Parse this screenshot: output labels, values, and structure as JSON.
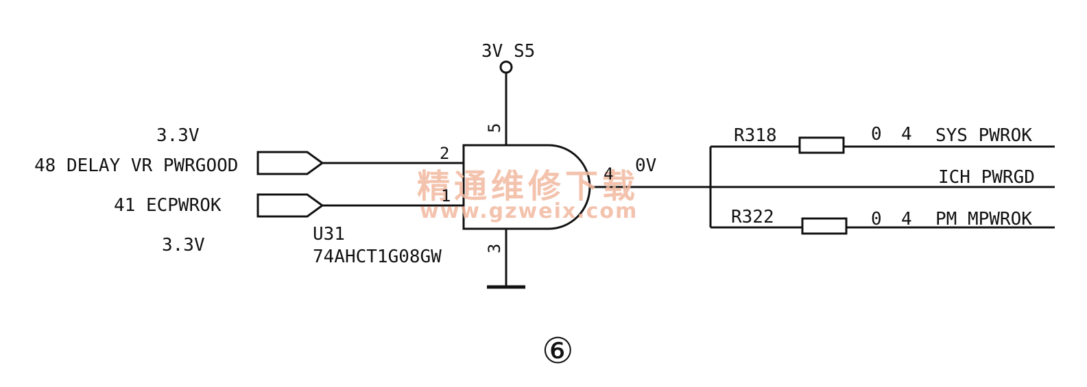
{
  "power": {
    "label": "3V S5",
    "pin": "5"
  },
  "ground": {
    "pin": "3"
  },
  "inputs": [
    {
      "net": "48 DELAY VR PWRGOOD",
      "voltage": "3.3V",
      "pin": "2"
    },
    {
      "net": "41 ECPWROK",
      "voltage": "3.3V",
      "pin": "1"
    }
  ],
  "gate": {
    "ref": "U31",
    "part": "74AHCT1G08GW",
    "out_pin": "4",
    "out_voltage": "0V"
  },
  "outputs": [
    {
      "resistor": "R318",
      "value": "0",
      "pin": "4",
      "net": "SYS PWROK"
    },
    {
      "net": "ICH PWRGD"
    },
    {
      "resistor": "R322",
      "value": "0",
      "pin": "4",
      "net": "PM MPWROK"
    }
  ],
  "figure_number": "⑥",
  "watermark": {
    "title": "精通维修下载",
    "url": "www.gzweix.com"
  }
}
